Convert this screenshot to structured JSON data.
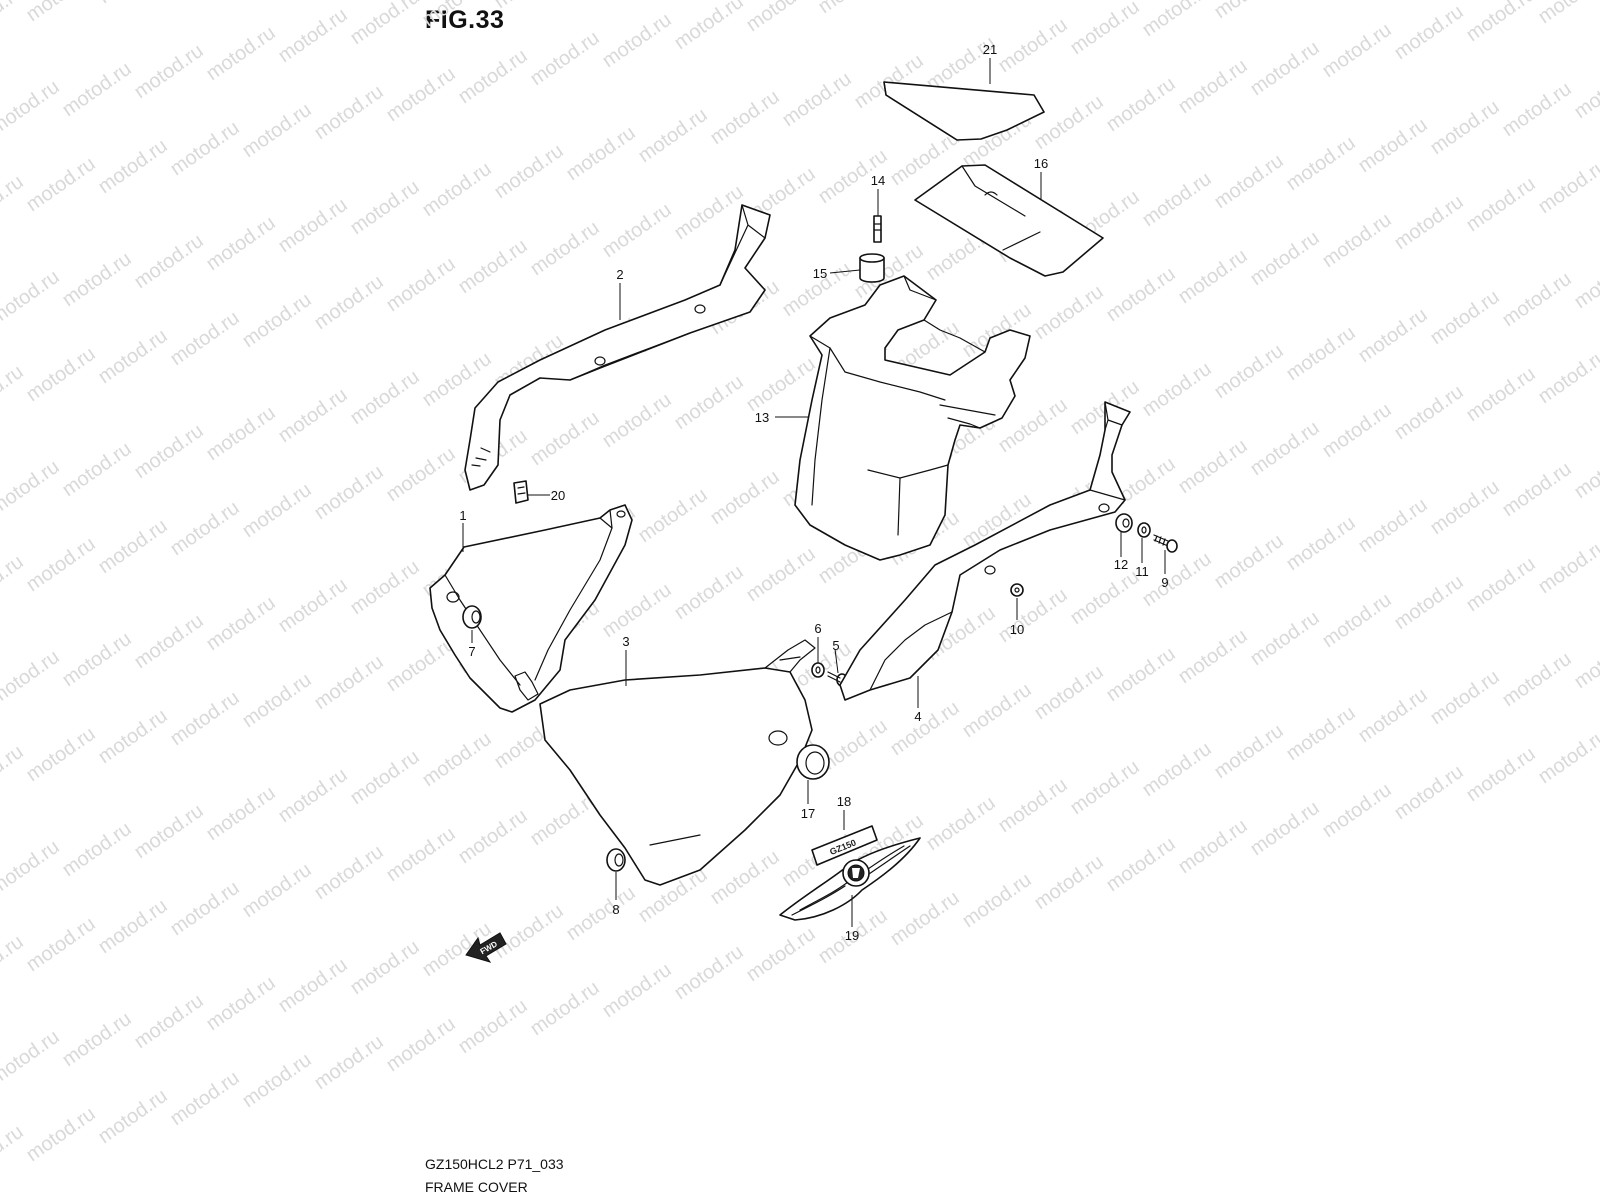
{
  "figure": {
    "title": "FIG.33",
    "model_code": "GZ150HCL2 P71_033",
    "name": "FRAME COVER"
  },
  "watermark": "motod.ru",
  "arrow_label": "FWD",
  "emblem_text": "GZ150",
  "callouts": [
    "1",
    "2",
    "3",
    "4",
    "5",
    "6",
    "7",
    "8",
    "9",
    "10",
    "11",
    "12",
    "13",
    "14",
    "15",
    "16",
    "17",
    "18",
    "19",
    "20",
    "21"
  ]
}
